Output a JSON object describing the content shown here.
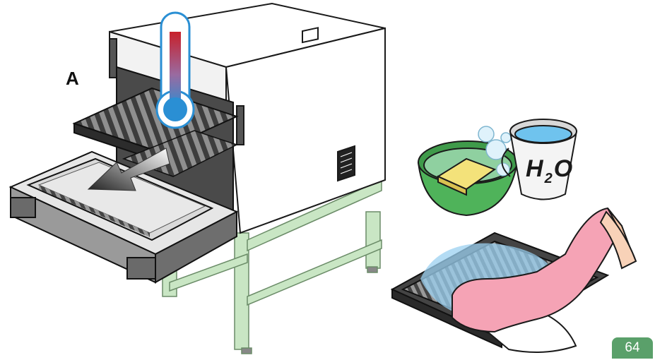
{
  "labels": {
    "part_a": "A",
    "water_main": "H",
    "water_sub": "2",
    "water_tail": "O"
  },
  "page": {
    "number": "64"
  },
  "colors": {
    "accent_green": "#5aa06a",
    "stand_green": "#c9e6c4",
    "bowl_green": "#4fb35a",
    "water_blue": "#6fc3ee",
    "glove_pink": "#f5a3b5",
    "thermo_red": "#c8202a",
    "thermo_blue": "#2a8fd4"
  },
  "icons": [
    "thermometer-icon",
    "arrow-out-icon"
  ]
}
